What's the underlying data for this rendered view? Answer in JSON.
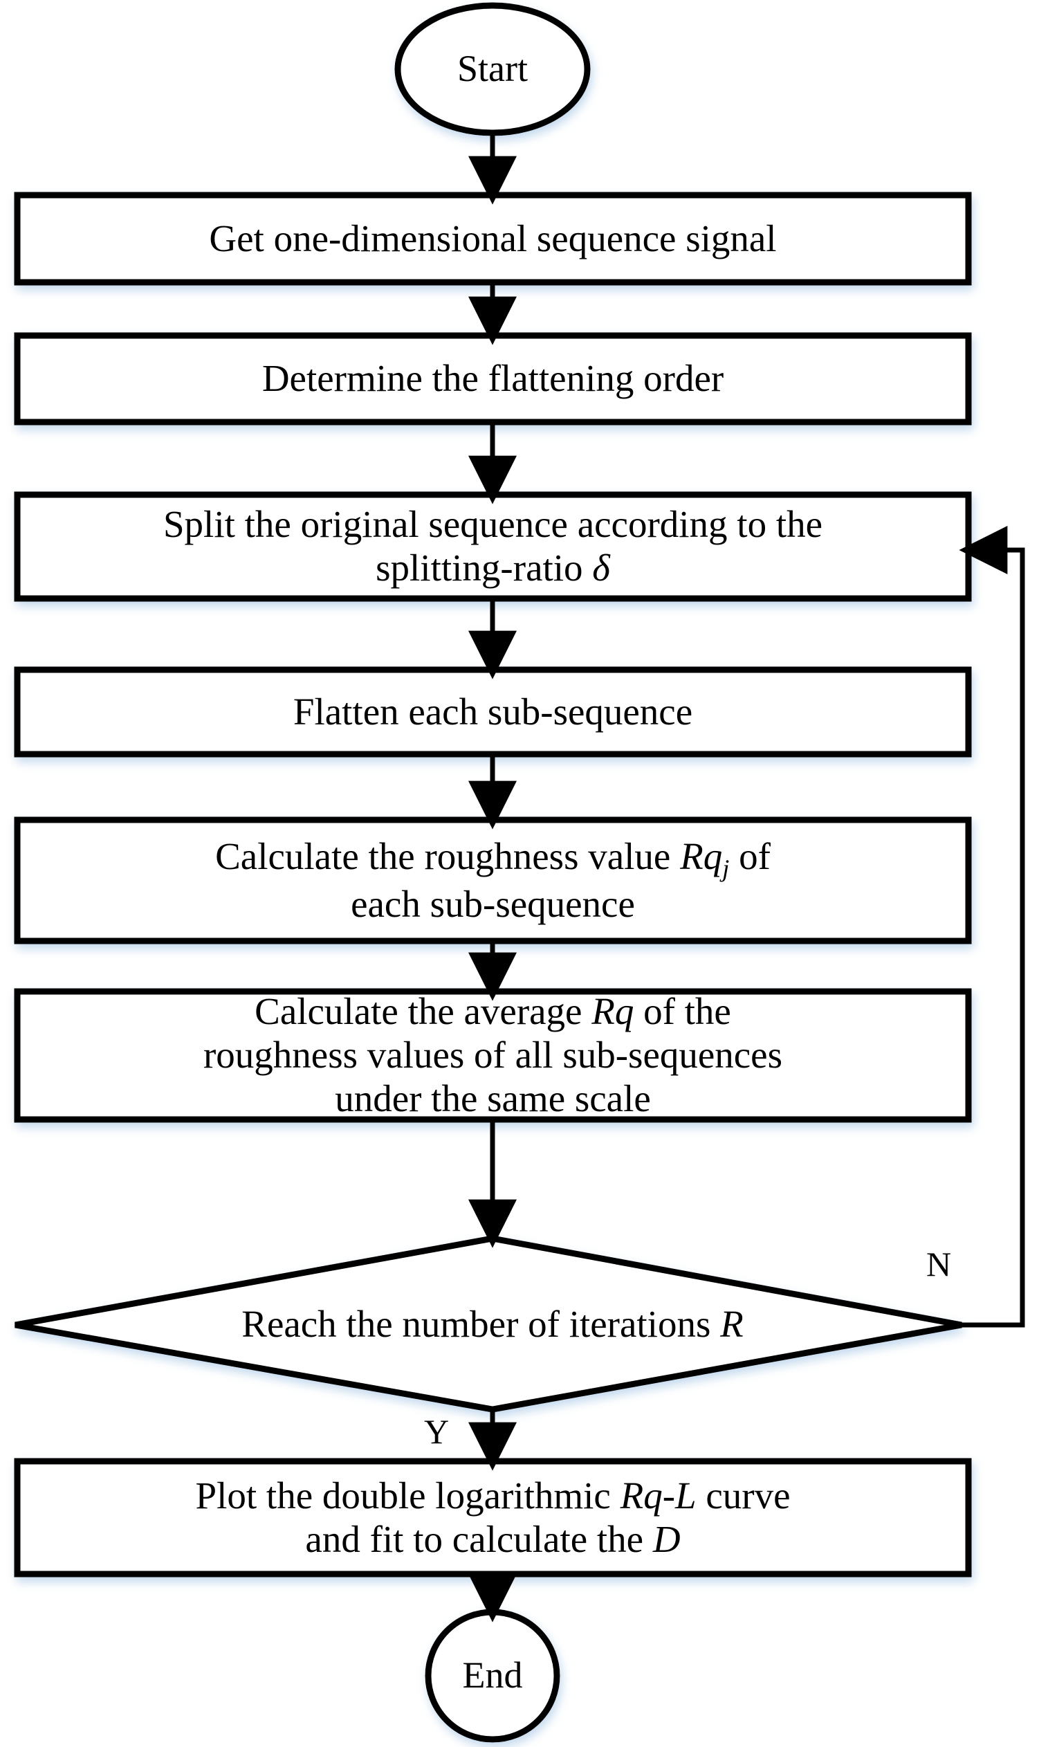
{
  "diagram": {
    "type": "flowchart",
    "title": "Roughness-based fractal dimension calculation flowchart",
    "orientation": "top-to-bottom",
    "accent_color": "#000000",
    "background_color": "#ffffff",
    "nodes": [
      {
        "id": "start",
        "shape": "terminator",
        "text": "Start"
      },
      {
        "id": "get",
        "shape": "process",
        "text": "Get one-dimensional sequence signal"
      },
      {
        "id": "order",
        "shape": "process",
        "text": "Determine the flattening order"
      },
      {
        "id": "split",
        "shape": "process",
        "text_line1": "Split the original sequence according to the",
        "text_line2_pre": "splitting-ratio ",
        "text_line2_sym": "δ"
      },
      {
        "id": "flatten",
        "shape": "process",
        "text": "Flatten each sub-sequence"
      },
      {
        "id": "rqj",
        "shape": "process",
        "line1_pre": "Calculate the roughness value ",
        "line1_var": "Rq",
        "line1_sub": "j",
        "line1_post": " of",
        "line2": "each sub-sequence"
      },
      {
        "id": "rqavg",
        "shape": "process",
        "line1_pre": "Calculate the average ",
        "line1_var": "Rq",
        "line1_post": " of the",
        "line2": "roughness values of all sub-sequences",
        "line3": "under the same scale"
      },
      {
        "id": "decision",
        "shape": "decision",
        "text_pre": "Reach the number of iterations ",
        "text_var": "R"
      },
      {
        "id": "plot",
        "shape": "process",
        "line1_pre": "Plot the double logarithmic ",
        "line1_var": "Rq-L",
        "line1_post": " curve",
        "line2_pre": "and fit to calculate the ",
        "line2_var": "D"
      },
      {
        "id": "end",
        "shape": "terminator",
        "text": "End"
      }
    ],
    "edges": [
      {
        "from": "start",
        "to": "get",
        "label": ""
      },
      {
        "from": "get",
        "to": "order",
        "label": ""
      },
      {
        "from": "order",
        "to": "split",
        "label": ""
      },
      {
        "from": "split",
        "to": "flatten",
        "label": ""
      },
      {
        "from": "flatten",
        "to": "rqj",
        "label": ""
      },
      {
        "from": "rqj",
        "to": "rqavg",
        "label": ""
      },
      {
        "from": "rqavg",
        "to": "decision",
        "label": ""
      },
      {
        "from": "decision",
        "to": "plot",
        "label": "Y"
      },
      {
        "from": "decision",
        "to": "split",
        "label": "N"
      },
      {
        "from": "plot",
        "to": "end",
        "label": ""
      }
    ],
    "branch_labels": {
      "no": "N",
      "yes": "Y"
    }
  }
}
